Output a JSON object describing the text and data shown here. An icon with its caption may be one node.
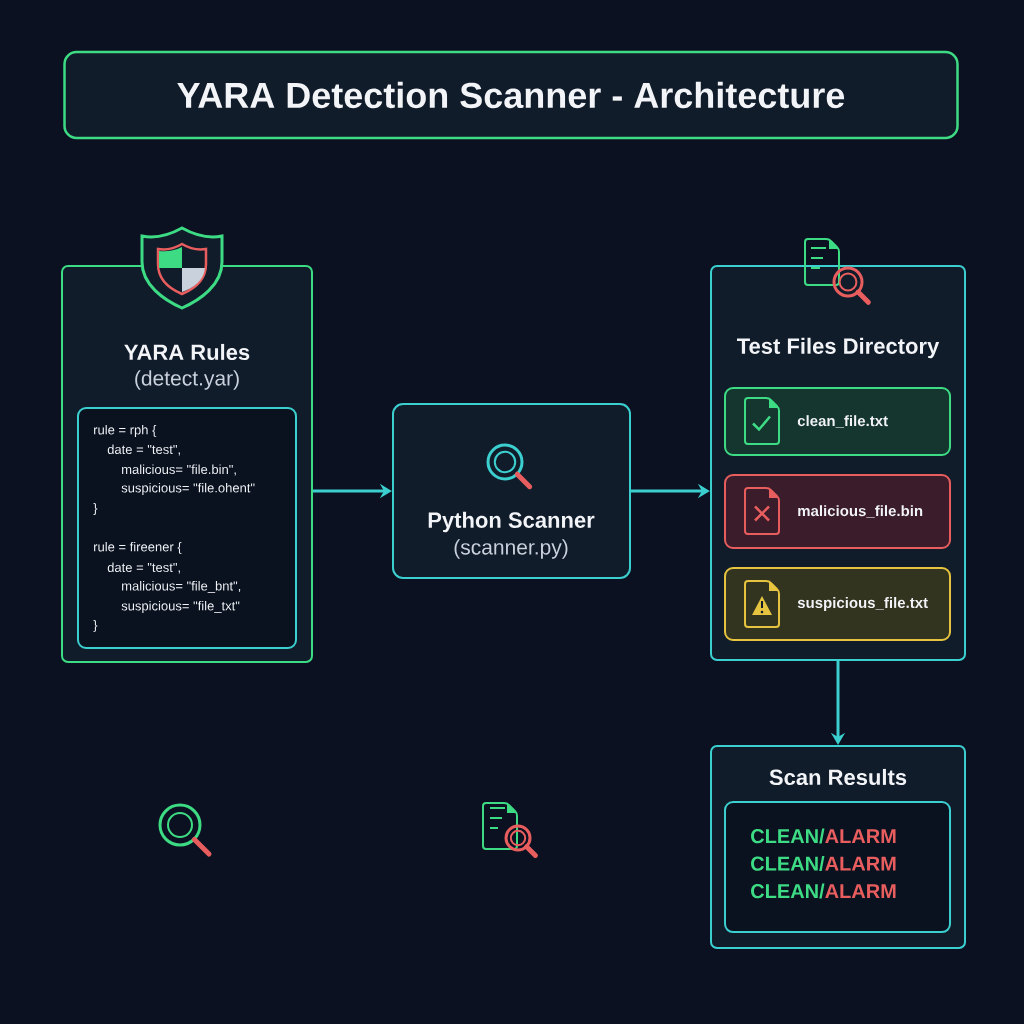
{
  "diagram": {
    "title": "YARA Detection Scanner - Architecture",
    "nodes": [
      {
        "text": [
          "YARA Rules",
          "(detect.yar)"
        ]
      },
      {
        "text": [
          "rule = rph {",
          "date = \"test\",",
          "malicious= \"file.bin\",",
          "suspicious= \"file.ohent\"",
          "}",
          "rule = fireener {",
          "date = \"test\",",
          "malicious= \"file_bnt\",",
          "suspicious= \"file_txt\"",
          "}"
        ],
        "in": 0
      },
      {
        "text": [
          "Python Scanner",
          "(scanner.py)"
        ]
      },
      {
        "text": [
          "Test Files Directory"
        ]
      },
      {
        "text": [
          "clean_file.txt"
        ],
        "in": 3
      },
      {
        "text": [
          "malicious_file.bin"
        ],
        "in": 3
      },
      {
        "text": [
          "suspicious_file.txt"
        ],
        "in": 3
      },
      {
        "text": [
          "Scan Results"
        ]
      },
      {
        "text": [
          "CLEAN/",
          "ALARM",
          "CLEAN/",
          "ALARM",
          "CLEAN/",
          "ALARM"
        ],
        "in": 7
      }
    ],
    "edges": [
      {
        "from": 0,
        "to": 2,
        "arrow": "to"
      },
      {
        "from": 2,
        "to": 3,
        "arrow": "to"
      },
      {
        "from": 3,
        "to": 7,
        "arrow": "to"
      }
    ]
  }
}
